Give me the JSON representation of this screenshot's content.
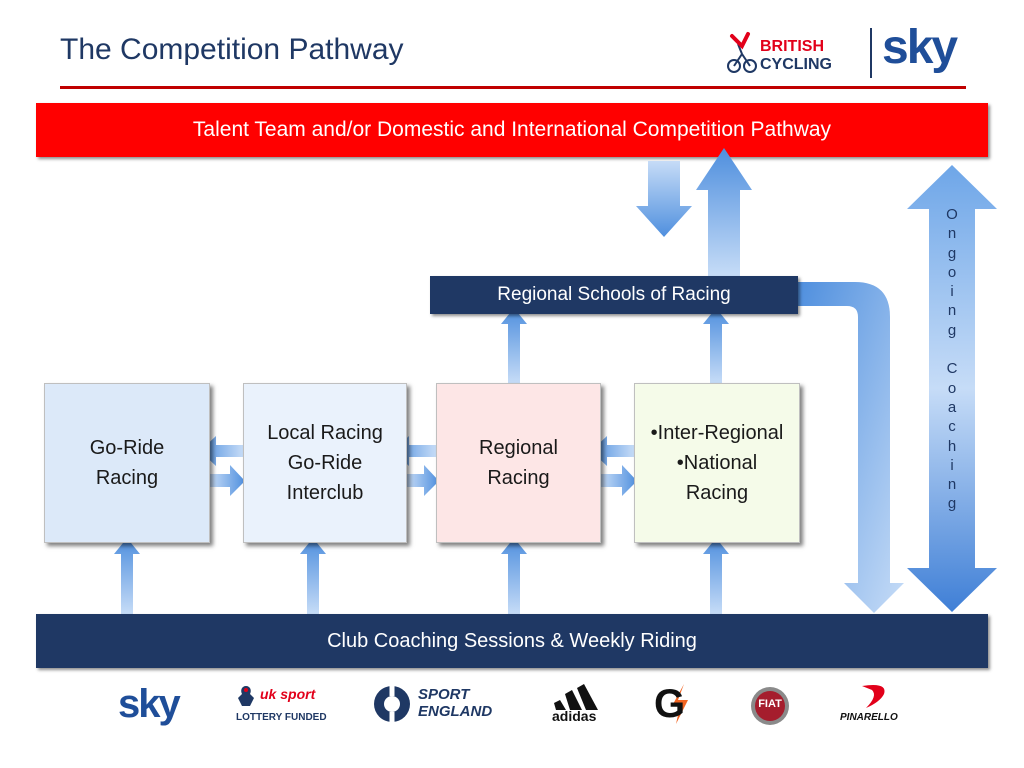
{
  "title": "The Competition Pathway",
  "header_logos": {
    "british_cycling_line1": "BRITISH",
    "british_cycling_line2": "CYCLING",
    "sky": "sky"
  },
  "pathway": {
    "top_bar": "Talent Team and/or Domestic and International Competition Pathway",
    "regional_schools": "Regional Schools of Racing",
    "bottom_bar": "Club Coaching Sessions & Weekly Riding",
    "boxes": [
      {
        "lines": [
          "Go-Ride",
          "Racing"
        ]
      },
      {
        "lines": [
          "Local Racing",
          "Go-Ride",
          "Interclub"
        ]
      },
      {
        "lines": [
          "Regional",
          "Racing"
        ]
      },
      {
        "lines": [
          "•Inter-Regional",
          "•National",
          "Racing"
        ]
      }
    ],
    "ongoing_coaching": [
      "O",
      "n",
      "g",
      "o",
      "i",
      "n",
      "g",
      "",
      "C",
      "o",
      "a",
      "c",
      "h",
      "i",
      "n",
      "g"
    ]
  },
  "sponsors": {
    "sky": "sky",
    "uk_sport": "uk sport",
    "lottery": "LOTTERY FUNDED",
    "sport_england_1": "SPORT",
    "sport_england_2": "ENGLAND",
    "adidas": "adidas",
    "gatorade": "G",
    "fiat": "FIAT",
    "pinarello": "PINARELLO"
  },
  "colors": {
    "title": "#1f3864",
    "red_bar": "#ff0000",
    "navy_bar": "#1f3864",
    "arrow_light": "#c6dcf7",
    "arrow_dark": "#4f8fde"
  }
}
